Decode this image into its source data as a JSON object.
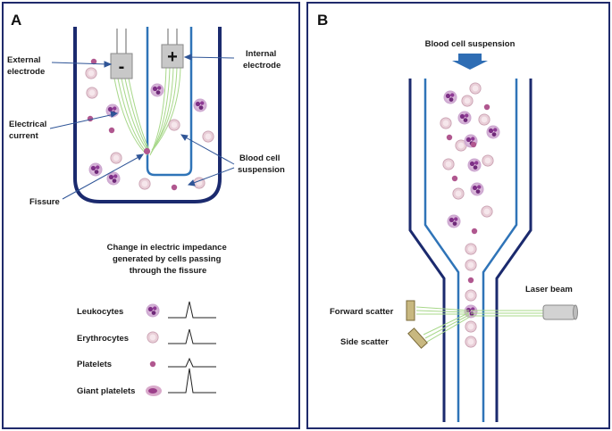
{
  "panel_a": {
    "label": "A",
    "external_electrode": [
      "External",
      "electrode"
    ],
    "internal_electrode": [
      "Internal",
      "electrode"
    ],
    "electrical_current": [
      "Electrical",
      "current"
    ],
    "blood_cell_suspension": [
      "Blood cell",
      "suspension"
    ],
    "fissure": "Fissure",
    "minus_sign": "-",
    "plus_sign": "+",
    "impedance_title": [
      "Change in electric impedance",
      "generated by cells passing",
      "through the fissure"
    ],
    "legend": [
      {
        "label": "Leukocytes",
        "cell": "leukocyte",
        "peak": "large"
      },
      {
        "label": "Erythrocytes",
        "cell": "erythrocyte",
        "peak": "medium"
      },
      {
        "label": "Platelets",
        "cell": "platelet",
        "peak": "small"
      },
      {
        "label": "Giant platelets",
        "cell": "giant-platelet",
        "peak": "tall"
      }
    ]
  },
  "panel_b": {
    "label": "B",
    "blood_cell_suspension": "Blood cell suspension",
    "laser_beam": "Laser beam",
    "forward_scatter": "Forward scatter",
    "side_scatter": "Side scatter"
  },
  "colors": {
    "frame": "#1f2a6b",
    "tube_dark": "#1b2a6e",
    "tube_light": "#2f74b8",
    "arrow": "#2e6db4",
    "current": "#a8d88a",
    "cell_purple": "#8a3d8f",
    "cell_pink": "#e8c9d6"
  }
}
